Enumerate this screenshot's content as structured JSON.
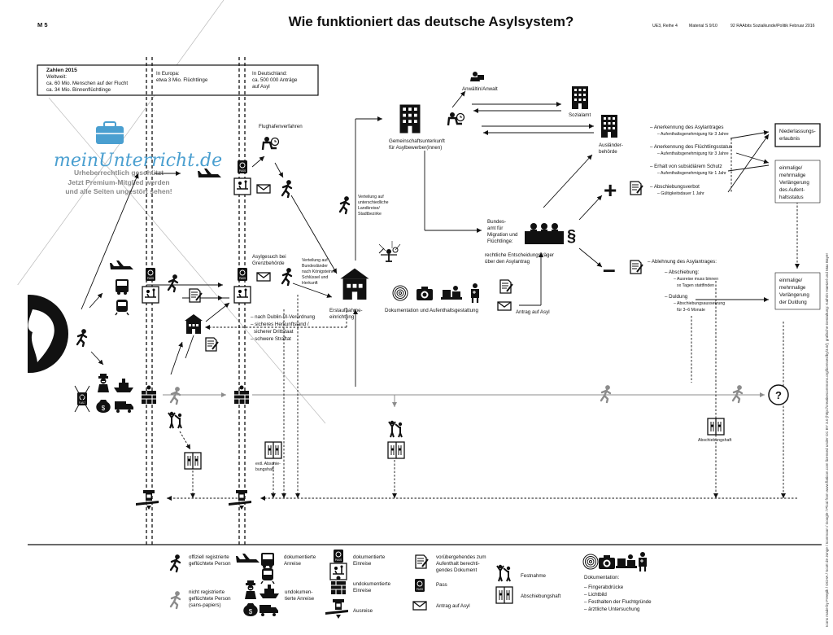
{
  "header": {
    "label": "M 5",
    "title": "Wie funktioniert das deutsche Asylsystem?",
    "meta1": "UE3, Reihe 4",
    "meta2": "Material S 9/10",
    "meta3": "92 RAAbits Sozialkunde/Politik Februar 2016"
  },
  "stats": {
    "title": "Zahlen 2015",
    "world": [
      "Weltweit:",
      "ca. 60 Mio. Menschen auf der Flucht",
      "ca. 34 Mio. Binnenflüchtlinge"
    ],
    "europe": [
      "In Europa:",
      "etwa 3 Mio. Flüchtlinge"
    ],
    "germany": [
      "In Deutschland:",
      "ca. 500 000 Anträge",
      "auf Asyl"
    ]
  },
  "watermark": {
    "brand": "meinUnterricht.de",
    "line1": "Urheberrechtlich geschützt",
    "line2": "Jetzt Premium-Mitglied werden",
    "line3": "und alle Seiten ungestört sehen!"
  },
  "labels": {
    "flughafen": "Flughafenverfahren",
    "anwalt": "Anwältin/Anwalt",
    "sozialamt": "Sozialamt",
    "gemeinschaft": [
      "Gemeinschaftsunterkunft",
      "für Asylbewerber(innen)"
    ],
    "auslaender": [
      "Ausländer-",
      "behörde"
    ],
    "verteilung_kreise": [
      "Verteilung auf",
      "unterschiedliche",
      "Landkreise/",
      "Stadtbezirke"
    ],
    "bundesamt": [
      "Bundes-",
      "amt für",
      "Migration und",
      "Flüchtlinge:"
    ],
    "entscheidung": [
      "rechtliche Entscheidungsträger",
      "über den Asylantrag"
    ],
    "asylgesuch": [
      "Asylgesuch bei",
      "Grenzbehörde"
    ],
    "verteilung_laender": [
      "Verteilung auf",
      "Bundesländer",
      "nach Königsteiner",
      "Schlüssel und",
      "Herkunft"
    ],
    "erstaufnahme": [
      "Erstaufnahme-",
      "einrichtung"
    ],
    "dokumentation": "Dokumentation und Aufenthaltsgestattung",
    "antrag": "Antrag auf Asyl",
    "dublin": [
      "– nach Dublin-III-Verordnung",
      "– sicheres Herkunftsland /",
      "sicherer Drittstaat",
      "– schwere Straftat"
    ],
    "evtl_haft": [
      "evtl. Abschie-",
      "bungshaft"
    ],
    "abschiebungshaft": "Abschiebungshaft",
    "question": "?",
    "plus": "+",
    "minus": "–",
    "paragraph": "§"
  },
  "decisions": {
    "positive": [
      [
        "– Anerkennung des Asylantrages",
        "– Aufenthaltsgenehmigung für 3 Jahre"
      ],
      [
        "– Anerkennung des Flüchtlingsstatus",
        "– Aufenthaltsgenehmigung für 3 Jahre"
      ],
      [
        "– Erhalt von subsidiärem Schutz",
        "– Aufenthaltsgenehmigung für 1 Jahr"
      ],
      [
        "– Abschiebungsverbot",
        "– Gültigkeitsdauer 1 Jahr"
      ]
    ],
    "negative": {
      "title": "– Ablehnung des Asylantrages:",
      "abschiebung": [
        "– Abschiebung:",
        "– Ausreise muss binnen",
        "xx Tagen stattfinden"
      ],
      "duldung": [
        "– Duldung",
        "– Abschiebungsaussetzung",
        "für 3–6 Monate"
      ]
    },
    "outcomes": {
      "niederlassung": [
        "Niederlassungs-",
        "erlaubnis"
      ],
      "verlaengerung_status": [
        "einmalige/",
        "mehrmalige",
        "Verlängerung",
        "des Aufent-",
        "haltsstatus"
      ],
      "verlaengerung_duldung": [
        "einmalige/",
        "mehrmalige",
        "Verlängerung",
        "der Duldung"
      ]
    }
  },
  "legend": {
    "registered": [
      "offiziell registrierte",
      "geflüchtete Person"
    ],
    "unregistered": [
      "nicht registrierte",
      "geflüchtete Person",
      "(sans-papiers)"
    ],
    "doc_arrival": [
      "dokumentierte",
      "Anreise"
    ],
    "undoc_arrival": [
      "undokumen-",
      "tierte Anreise"
    ],
    "doc_entry": [
      "dokumentierte",
      "Einreise"
    ],
    "undoc_entry": [
      "undokumentierte",
      "Einreise"
    ],
    "departure": "Ausreise",
    "temp_doc": [
      "vorübergehendes zum",
      "Aufenthalt berechti-",
      "gendes Dokument"
    ],
    "passport": "Pass",
    "asylum_app": "Antrag auf Asyl",
    "arrest": "Festnahme",
    "detention": "Abschiebungshaft",
    "documentation_title": "Dokumentation:",
    "documentation_items": [
      "– Fingerabdrücke",
      "– Lichtbild",
      "– Festhalten der Fluchtgründe",
      "– ärztliche Untersuchung"
    ]
  },
  "credits": "Icons made by Freepik / OCHA / Scott de Jonge / Iconmoon / Google / Plcoi from www.flaticon.com licensed under CC BY 3.0 (http://creativecommons.org/licenses/by/3.0/); grafische Gestaltung: Kathrin Haetzel und Max Bayer"
}
